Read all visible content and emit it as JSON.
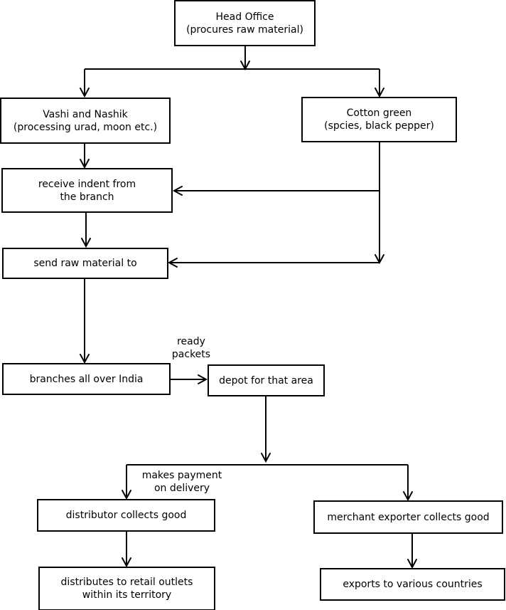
{
  "nodes": {
    "head_office": "Head Office\n(procures raw material)",
    "vashi_nashik": "Vashi and Nashik\n(processing urad, moon etc.)",
    "cotton_green": "Cotton green\n(spcies, black pepper)",
    "receive_indent": "receive indent from\nthe branch",
    "send_raw_material": "send raw material to",
    "branches": "branches all over India",
    "depot": "depot for that area",
    "distributor": "distributor collects good",
    "merchant_exporter": "merchant exporter collects good",
    "retail_outlets": "distributes to retail outlets\nwithin its territory",
    "exports": "exports to various countries"
  },
  "edge_labels": {
    "ready_packets": "ready\npackets",
    "makes_payment": "makes payment\non delivery"
  }
}
